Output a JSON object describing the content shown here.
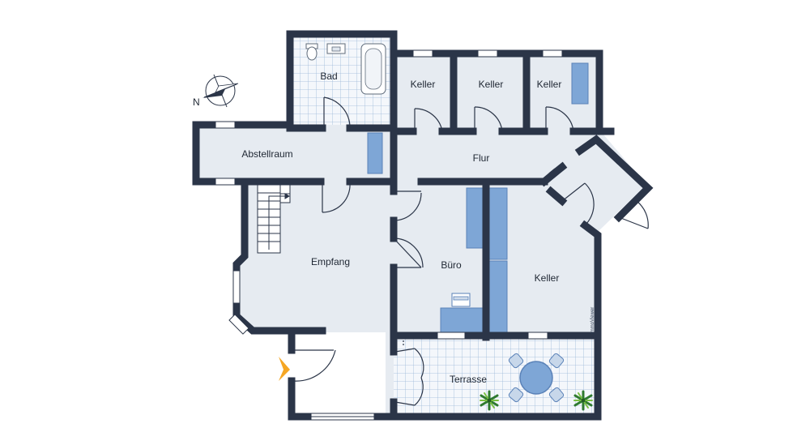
{
  "colors": {
    "wall": "#2b3548",
    "floor": "#e6ebf1",
    "tile_floor": "#f4f7fb",
    "tile_line": "#9cb7d8",
    "furniture": "#7ea6d6",
    "furniture_stroke": "#5a82b8",
    "door_line": "#2b3548",
    "entrance_marker": "#f5a623"
  },
  "rooms": {
    "bad": "Bad",
    "keller_1": "Keller",
    "keller_2": "Keller",
    "keller_3": "Keller",
    "abstellraum": "Abstellraum",
    "flur": "Flur",
    "empfang": "Empfang",
    "buero": "Büro",
    "keller_4": "Keller",
    "terrasse": "Terrasse"
  },
  "compass": {
    "label": "N",
    "icon": "compass-icon"
  },
  "brand": {
    "text": "ImmoViewer",
    "icon": "brand-logo-icon"
  },
  "icons": {
    "plant": "plant-icon",
    "table": "round-table-icon",
    "chair": "chair-icon",
    "toilet": "toilet-icon",
    "sink": "sink-icon",
    "bathtub": "bathtub-icon",
    "stairs": "stairs-icon",
    "entrance": "entrance-arrow-icon"
  }
}
